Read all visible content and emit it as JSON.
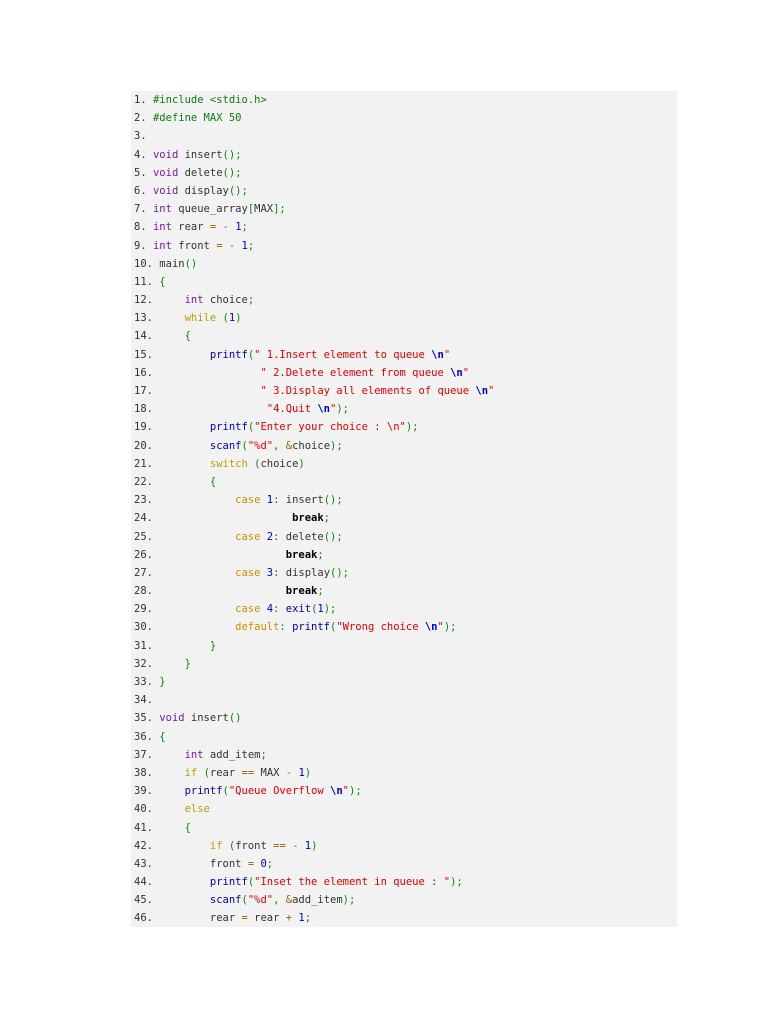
{
  "code": {
    "lines": [
      {
        "num": "1.",
        "tokens": [
          {
            "t": "#include <stdio.h>",
            "c": "pre"
          }
        ]
      },
      {
        "num": "2.",
        "tokens": [
          {
            "t": "#define MAX 50",
            "c": "pre"
          }
        ]
      },
      {
        "num": "3.",
        "tokens": []
      },
      {
        "num": "4.",
        "tokens": [
          {
            "t": "void",
            "c": "kw"
          },
          {
            "t": " insert",
            "c": "plain"
          },
          {
            "t": "();",
            "c": "brace"
          }
        ]
      },
      {
        "num": "5.",
        "tokens": [
          {
            "t": "void",
            "c": "kw"
          },
          {
            "t": " delete",
            "c": "plain"
          },
          {
            "t": "();",
            "c": "brace"
          }
        ]
      },
      {
        "num": "6.",
        "tokens": [
          {
            "t": "void",
            "c": "kw"
          },
          {
            "t": " display",
            "c": "plain"
          },
          {
            "t": "();",
            "c": "brace"
          }
        ]
      },
      {
        "num": "7.",
        "tokens": [
          {
            "t": "int",
            "c": "kw"
          },
          {
            "t": " queue_array",
            "c": "plain"
          },
          {
            "t": "[",
            "c": "brace"
          },
          {
            "t": "MAX",
            "c": "plain"
          },
          {
            "t": "];",
            "c": "brace"
          }
        ]
      },
      {
        "num": "8.",
        "tokens": [
          {
            "t": "int",
            "c": "kw"
          },
          {
            "t": " rear ",
            "c": "plain"
          },
          {
            "t": "=",
            "c": "op"
          },
          {
            "t": " ",
            "c": "plain"
          },
          {
            "t": "-",
            "c": "op"
          },
          {
            "t": " ",
            "c": "plain"
          },
          {
            "t": "1",
            "c": "num"
          },
          {
            "t": ";",
            "c": "brace"
          }
        ]
      },
      {
        "num": "9.",
        "tokens": [
          {
            "t": "int",
            "c": "kw"
          },
          {
            "t": " front ",
            "c": "plain"
          },
          {
            "t": "=",
            "c": "op"
          },
          {
            "t": " ",
            "c": "plain"
          },
          {
            "t": "-",
            "c": "op"
          },
          {
            "t": " ",
            "c": "plain"
          },
          {
            "t": "1",
            "c": "num"
          },
          {
            "t": ";",
            "c": "brace"
          }
        ]
      },
      {
        "num": "10.",
        "tokens": [
          {
            "t": "main",
            "c": "plain"
          },
          {
            "t": "()",
            "c": "brace"
          }
        ]
      },
      {
        "num": "11.",
        "tokens": [
          {
            "t": "{",
            "c": "brace"
          }
        ]
      },
      {
        "num": "12.",
        "tokens": [
          {
            "t": "    ",
            "c": "plain"
          },
          {
            "t": "int",
            "c": "kw"
          },
          {
            "t": " choice",
            "c": "plain"
          },
          {
            "t": ";",
            "c": "brace"
          }
        ]
      },
      {
        "num": "13.",
        "tokens": [
          {
            "t": "    ",
            "c": "plain"
          },
          {
            "t": "while",
            "c": "ctl"
          },
          {
            "t": " ",
            "c": "plain"
          },
          {
            "t": "(",
            "c": "brace"
          },
          {
            "t": "1",
            "c": "num"
          },
          {
            "t": ")",
            "c": "brace"
          }
        ]
      },
      {
        "num": "14.",
        "tokens": [
          {
            "t": "    ",
            "c": "plain"
          },
          {
            "t": "{",
            "c": "brace"
          }
        ]
      },
      {
        "num": "15.",
        "tokens": [
          {
            "t": "        ",
            "c": "plain"
          },
          {
            "t": "printf",
            "c": "fn"
          },
          {
            "t": "(",
            "c": "brace"
          },
          {
            "t": "\" 1.Insert element to queue ",
            "c": "str"
          },
          {
            "t": "\\n",
            "c": "esc"
          },
          {
            "t": "\"",
            "c": "str"
          }
        ]
      },
      {
        "num": "16.",
        "tokens": [
          {
            "t": "                ",
            "c": "plain"
          },
          {
            "t": "\" 2.Delete element from queue ",
            "c": "str"
          },
          {
            "t": "\\n",
            "c": "esc"
          },
          {
            "t": "\"",
            "c": "str"
          }
        ]
      },
      {
        "num": "17.",
        "tokens": [
          {
            "t": "                ",
            "c": "plain"
          },
          {
            "t": "\" 3.Display all elements of queue ",
            "c": "str"
          },
          {
            "t": "\\n",
            "c": "esc"
          },
          {
            "t": "\"",
            "c": "str"
          }
        ]
      },
      {
        "num": "18.",
        "tokens": [
          {
            "t": "                 ",
            "c": "plain"
          },
          {
            "t": "\"4.Quit ",
            "c": "str"
          },
          {
            "t": "\\n",
            "c": "esc"
          },
          {
            "t": "\"",
            "c": "str"
          },
          {
            "t": ");",
            "c": "brace"
          }
        ]
      },
      {
        "num": "19.",
        "tokens": [
          {
            "t": "        ",
            "c": "plain"
          },
          {
            "t": "printf",
            "c": "fn"
          },
          {
            "t": "(",
            "c": "brace"
          },
          {
            "t": "\"Enter your choice : \\n\"",
            "c": "str"
          },
          {
            "t": ");",
            "c": "brace"
          }
        ]
      },
      {
        "num": "20.",
        "tokens": [
          {
            "t": "        ",
            "c": "plain"
          },
          {
            "t": "scanf",
            "c": "fn"
          },
          {
            "t": "(",
            "c": "brace"
          },
          {
            "t": "\"%d\"",
            "c": "str"
          },
          {
            "t": ", ",
            "c": "brace"
          },
          {
            "t": "&",
            "c": "op"
          },
          {
            "t": "choice",
            "c": "plain"
          },
          {
            "t": ");",
            "c": "brace"
          }
        ]
      },
      {
        "num": "21.",
        "tokens": [
          {
            "t": "        ",
            "c": "plain"
          },
          {
            "t": "switch",
            "c": "ctl"
          },
          {
            "t": " ",
            "c": "plain"
          },
          {
            "t": "(",
            "c": "brace"
          },
          {
            "t": "choice",
            "c": "plain"
          },
          {
            "t": ")",
            "c": "brace"
          }
        ]
      },
      {
        "num": "22.",
        "tokens": [
          {
            "t": "        ",
            "c": "plain"
          },
          {
            "t": "{",
            "c": "brace"
          }
        ]
      },
      {
        "num": "23.",
        "tokens": [
          {
            "t": "            ",
            "c": "plain"
          },
          {
            "t": "case",
            "c": "case"
          },
          {
            "t": " ",
            "c": "plain"
          },
          {
            "t": "1",
            "c": "num"
          },
          {
            "t": ":",
            "c": "brace"
          },
          {
            "t": " insert",
            "c": "plain"
          },
          {
            "t": "();",
            "c": "brace"
          }
        ]
      },
      {
        "num": "24.",
        "tokens": [
          {
            "t": "                     ",
            "c": "plain"
          },
          {
            "t": "break",
            "c": "bold"
          },
          {
            "t": ";",
            "c": "brace"
          }
        ]
      },
      {
        "num": "25.",
        "tokens": [
          {
            "t": "            ",
            "c": "plain"
          },
          {
            "t": "case",
            "c": "case"
          },
          {
            "t": " ",
            "c": "plain"
          },
          {
            "t": "2",
            "c": "num"
          },
          {
            "t": ":",
            "c": "brace"
          },
          {
            "t": " delete",
            "c": "plain"
          },
          {
            "t": "();",
            "c": "brace"
          }
        ]
      },
      {
        "num": "26.",
        "tokens": [
          {
            "t": "                    ",
            "c": "plain"
          },
          {
            "t": "break",
            "c": "bold"
          },
          {
            "t": ";",
            "c": "brace"
          }
        ]
      },
      {
        "num": "27.",
        "tokens": [
          {
            "t": "            ",
            "c": "plain"
          },
          {
            "t": "case",
            "c": "case"
          },
          {
            "t": " ",
            "c": "plain"
          },
          {
            "t": "3",
            "c": "num"
          },
          {
            "t": ":",
            "c": "brace"
          },
          {
            "t": " display",
            "c": "plain"
          },
          {
            "t": "();",
            "c": "brace"
          }
        ]
      },
      {
        "num": "28.",
        "tokens": [
          {
            "t": "                    ",
            "c": "plain"
          },
          {
            "t": "break",
            "c": "bold"
          },
          {
            "t": ";",
            "c": "brace"
          }
        ]
      },
      {
        "num": "29.",
        "tokens": [
          {
            "t": "            ",
            "c": "plain"
          },
          {
            "t": "case",
            "c": "case"
          },
          {
            "t": " ",
            "c": "plain"
          },
          {
            "t": "4",
            "c": "num"
          },
          {
            "t": ":",
            "c": "brace"
          },
          {
            "t": " ",
            "c": "plain"
          },
          {
            "t": "exit",
            "c": "fn"
          },
          {
            "t": "(",
            "c": "brace"
          },
          {
            "t": "1",
            "c": "num"
          },
          {
            "t": ");",
            "c": "brace"
          }
        ]
      },
      {
        "num": "30.",
        "tokens": [
          {
            "t": "            ",
            "c": "plain"
          },
          {
            "t": "default",
            "c": "case"
          },
          {
            "t": ":",
            "c": "brace"
          },
          {
            "t": " ",
            "c": "plain"
          },
          {
            "t": "printf",
            "c": "fn"
          },
          {
            "t": "(",
            "c": "brace"
          },
          {
            "t": "\"Wrong choice ",
            "c": "str"
          },
          {
            "t": "\\n",
            "c": "esc"
          },
          {
            "t": "\"",
            "c": "str"
          },
          {
            "t": ");",
            "c": "brace"
          }
        ]
      },
      {
        "num": "31.",
        "tokens": [
          {
            "t": "        ",
            "c": "plain"
          },
          {
            "t": "}",
            "c": "brace"
          }
        ]
      },
      {
        "num": "32.",
        "tokens": [
          {
            "t": "    ",
            "c": "plain"
          },
          {
            "t": "}",
            "c": "brace"
          }
        ]
      },
      {
        "num": "33.",
        "tokens": [
          {
            "t": "}",
            "c": "brace"
          }
        ]
      },
      {
        "num": "34.",
        "tokens": []
      },
      {
        "num": "35.",
        "tokens": [
          {
            "t": "void",
            "c": "kw"
          },
          {
            "t": " insert",
            "c": "plain"
          },
          {
            "t": "()",
            "c": "brace"
          }
        ]
      },
      {
        "num": "36.",
        "tokens": [
          {
            "t": "{",
            "c": "brace"
          }
        ]
      },
      {
        "num": "37.",
        "tokens": [
          {
            "t": "    ",
            "c": "plain"
          },
          {
            "t": "int",
            "c": "kw"
          },
          {
            "t": " add_item",
            "c": "plain"
          },
          {
            "t": ";",
            "c": "brace"
          }
        ]
      },
      {
        "num": "38.",
        "tokens": [
          {
            "t": "    ",
            "c": "plain"
          },
          {
            "t": "if",
            "c": "ctl"
          },
          {
            "t": " ",
            "c": "plain"
          },
          {
            "t": "(",
            "c": "brace"
          },
          {
            "t": "rear ",
            "c": "plain"
          },
          {
            "t": "==",
            "c": "op"
          },
          {
            "t": " MAX ",
            "c": "plain"
          },
          {
            "t": "-",
            "c": "op"
          },
          {
            "t": " ",
            "c": "plain"
          },
          {
            "t": "1",
            "c": "num"
          },
          {
            "t": ")",
            "c": "brace"
          }
        ]
      },
      {
        "num": "39.",
        "tokens": [
          {
            "t": "    ",
            "c": "plain"
          },
          {
            "t": "printf",
            "c": "fn"
          },
          {
            "t": "(",
            "c": "brace"
          },
          {
            "t": "\"Queue Overflow ",
            "c": "str"
          },
          {
            "t": "\\n",
            "c": "esc"
          },
          {
            "t": "\"",
            "c": "str"
          },
          {
            "t": ");",
            "c": "brace"
          }
        ]
      },
      {
        "num": "40.",
        "tokens": [
          {
            "t": "    ",
            "c": "plain"
          },
          {
            "t": "else",
            "c": "ctl"
          }
        ]
      },
      {
        "num": "41.",
        "tokens": [
          {
            "t": "    ",
            "c": "plain"
          },
          {
            "t": "{",
            "c": "brace"
          }
        ]
      },
      {
        "num": "42.",
        "tokens": [
          {
            "t": "        ",
            "c": "plain"
          },
          {
            "t": "if",
            "c": "ctl"
          },
          {
            "t": " ",
            "c": "plain"
          },
          {
            "t": "(",
            "c": "brace"
          },
          {
            "t": "front ",
            "c": "plain"
          },
          {
            "t": "==",
            "c": "op"
          },
          {
            "t": " ",
            "c": "plain"
          },
          {
            "t": "-",
            "c": "op"
          },
          {
            "t": " ",
            "c": "plain"
          },
          {
            "t": "1",
            "c": "num"
          },
          {
            "t": ")",
            "c": "brace"
          }
        ]
      },
      {
        "num": "43.",
        "tokens": [
          {
            "t": "        ",
            "c": "plain"
          },
          {
            "t": "front ",
            "c": "plain"
          },
          {
            "t": "=",
            "c": "op"
          },
          {
            "t": " ",
            "c": "plain"
          },
          {
            "t": "0",
            "c": "num"
          },
          {
            "t": ";",
            "c": "brace"
          }
        ]
      },
      {
        "num": "44.",
        "tokens": [
          {
            "t": "        ",
            "c": "plain"
          },
          {
            "t": "printf",
            "c": "fn"
          },
          {
            "t": "(",
            "c": "brace"
          },
          {
            "t": "\"Inset the element in queue : \"",
            "c": "str"
          },
          {
            "t": ");",
            "c": "brace"
          }
        ]
      },
      {
        "num": "45.",
        "tokens": [
          {
            "t": "        ",
            "c": "plain"
          },
          {
            "t": "scanf",
            "c": "fn"
          },
          {
            "t": "(",
            "c": "brace"
          },
          {
            "t": "\"%d\"",
            "c": "str"
          },
          {
            "t": ", ",
            "c": "brace"
          },
          {
            "t": "&",
            "c": "op"
          },
          {
            "t": "add_item",
            "c": "plain"
          },
          {
            "t": ");",
            "c": "brace"
          }
        ]
      },
      {
        "num": "46.",
        "tokens": [
          {
            "t": "        ",
            "c": "plain"
          },
          {
            "t": "rear ",
            "c": "plain"
          },
          {
            "t": "=",
            "c": "op"
          },
          {
            "t": " rear ",
            "c": "plain"
          },
          {
            "t": "+",
            "c": "op"
          },
          {
            "t": " ",
            "c": "plain"
          },
          {
            "t": "1",
            "c": "num"
          },
          {
            "t": ";",
            "c": "brace"
          }
        ]
      }
    ]
  }
}
